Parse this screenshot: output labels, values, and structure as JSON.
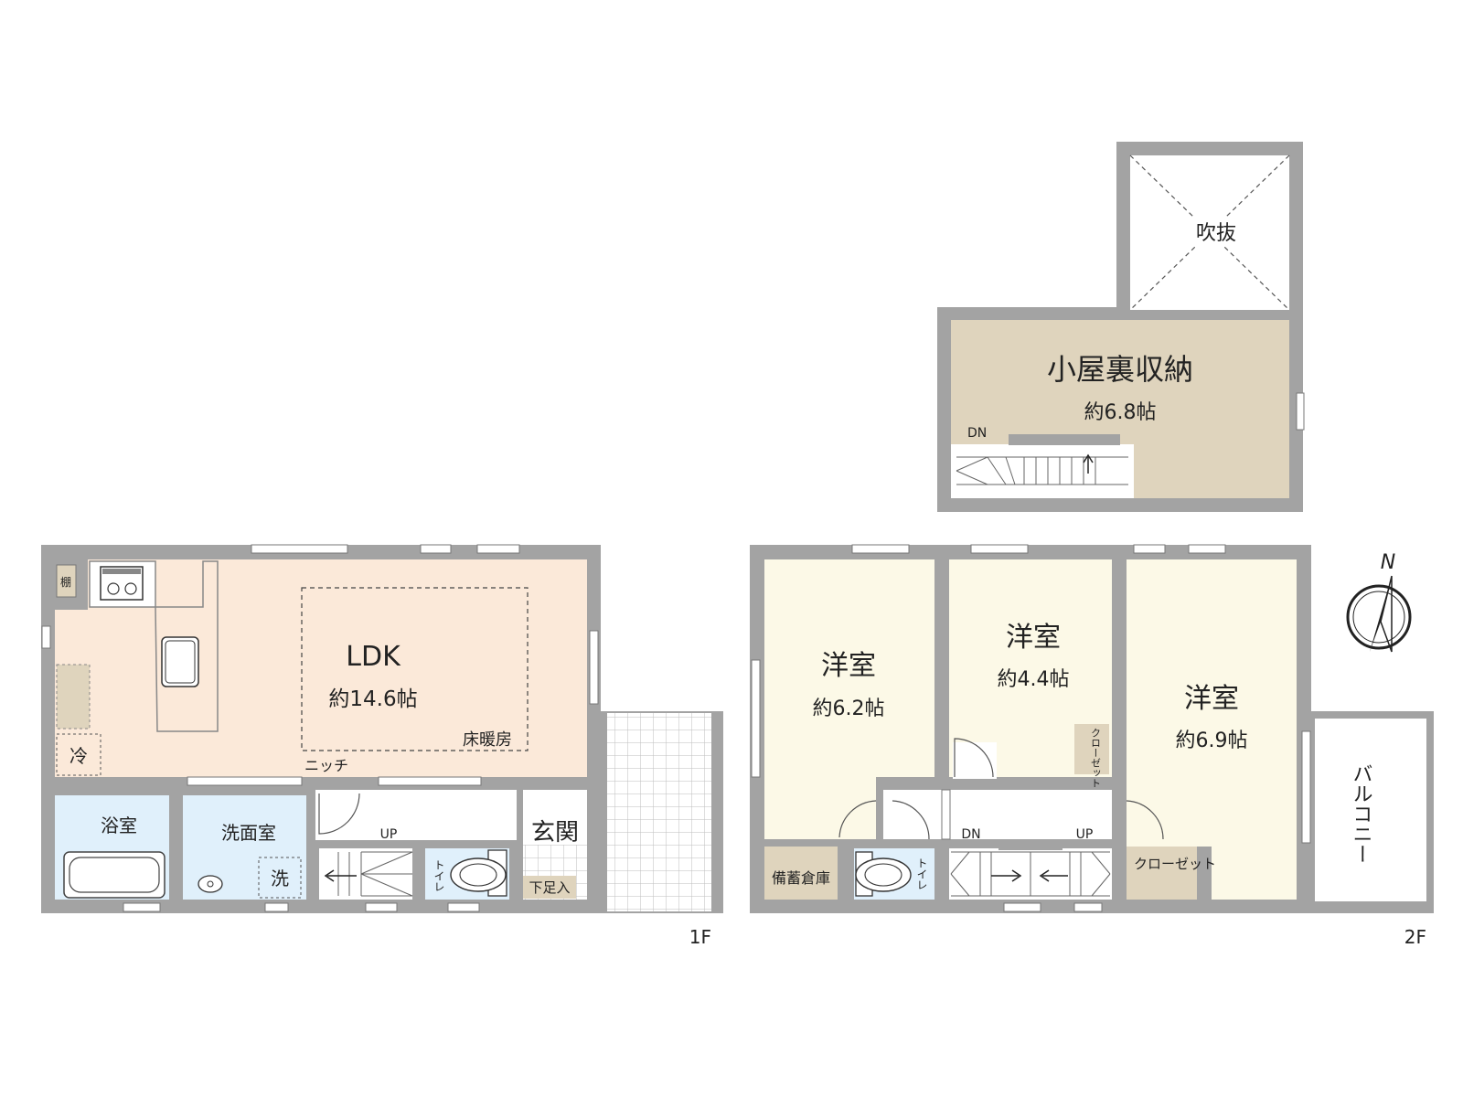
{
  "colors": {
    "wall": "#a3a3a3",
    "ldk": "#fbe9d9",
    "water": "#e0f0fb",
    "bedroom": "#fcf9e7",
    "attic": "#dfd4bd",
    "storage": "#dfd4bd",
    "white": "#ffffff"
  },
  "floor1": {
    "label": "1F",
    "ldk_name": "LDK",
    "ldk_area": "約14.6帖",
    "floor_heating": "床暖房",
    "niche": "ニッチ",
    "shelf": "棚",
    "fridge": "冷",
    "bath": "浴室",
    "washroom": "洗面室",
    "washer": "洗",
    "stairs_up": "UP",
    "toilet": "トイレ",
    "entrance": "玄関",
    "shoe_box": "下足入"
  },
  "floor2": {
    "label": "2F",
    "room_a_name": "洋室",
    "room_a_area": "約6.2帖",
    "room_b_name": "洋室",
    "room_b_area": "約4.4帖",
    "room_c_name": "洋室",
    "room_c_area": "約6.9帖",
    "closet_small": "クローゼット",
    "closet": "クローゼット",
    "stockroom": "備蓄倉庫",
    "toilet": "トイレ",
    "stairs_dn": "DN",
    "stairs_up": "UP",
    "balcony": "バルコニー"
  },
  "attic": {
    "name": "小屋裏収納",
    "area": "約6.8帖",
    "void": "吹抜",
    "stairs_dn": "DN"
  },
  "compass": {
    "north": "N"
  }
}
